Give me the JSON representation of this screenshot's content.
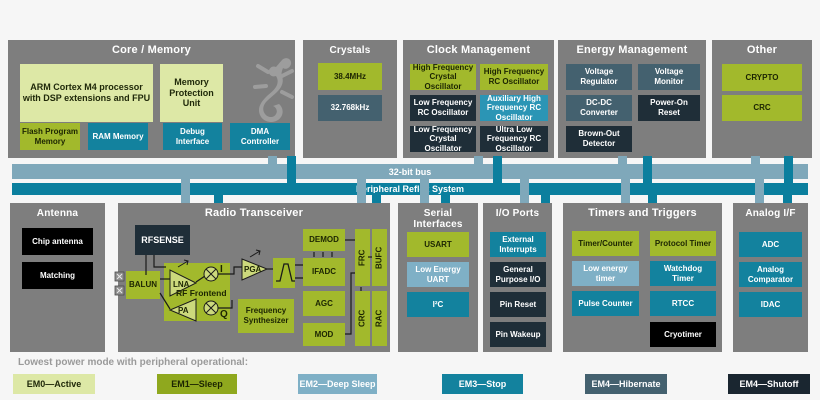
{
  "buses": {
    "main": "32-bit bus",
    "prs": "Peripheral Reflex System"
  },
  "core": {
    "title": "Core / Memory",
    "arm": "ARM Cortex M4 processor with DSP extensions and FPU",
    "mpu": "Memory Protection Unit",
    "flash": "Flash Program Memory",
    "ram": "RAM Memory",
    "debug": "Debug Interface",
    "dma": "DMA Controller"
  },
  "crystals": {
    "title": "Crystals",
    "hf": "38.4MHz",
    "lf": "32.768kHz"
  },
  "clock": {
    "title": "Clock Management",
    "hfxo": "High Frequency Crystal Oscillator",
    "hfrco": "High Frequency RC Oscillator",
    "lfrco": "Low Frequency RC Oscillator",
    "auxhfrco": "Auxiliary High Frequency RC Oscillator",
    "lfxo": "Low Frequency Crystal Oscillator",
    "ulfrco": "Ultra Low Frequency RC Oscillator"
  },
  "energy": {
    "title": "Energy Management",
    "vreg": "Voltage Regulator",
    "vmon": "Voltage Monitor",
    "dcdc": "DC-DC Converter",
    "por": "Power-On Reset",
    "bod": "Brown-Out Detector"
  },
  "other": {
    "title": "Other",
    "crypto": "CRYPTO",
    "crc": "CRC"
  },
  "antenna": {
    "title": "Antenna",
    "chip": "Chip antenna",
    "matching": "Matching"
  },
  "radio": {
    "title": "Radio Transceiver",
    "rfsense": "RFSENSE",
    "balun": "BALUN",
    "rf_frontend": "RF Frontend",
    "lna": "LNA",
    "pa": "PA",
    "pga": "PGA",
    "i": "I",
    "q": "Q",
    "freq_synth": "Frequency Synthesizer",
    "demod": "DEMOD",
    "ifadc": "IFADC",
    "agc": "AGC",
    "mod": "MOD",
    "frc": "FRC",
    "bufc": "BUFC",
    "crc": "CRC",
    "rac": "RAC"
  },
  "serial": {
    "title": "Serial Interfaces",
    "usart": "USART",
    "leuart": "Low Energy UART",
    "i2c": "I²C"
  },
  "io": {
    "title": "I/O Ports",
    "exti": "External Interrupts",
    "gpio": "General Purpose I/O",
    "pinreset": "Pin Reset",
    "pinwakeup": "Pin Wakeup"
  },
  "timers": {
    "title": "Timers and Triggers",
    "timer": "Timer/Counter",
    "protimer": "Protocol Timer",
    "letimer": "Low energy timer",
    "wdog": "Watchdog Timer",
    "pcnt": "Pulse Counter",
    "rtcc": "RTCC",
    "cryotimer": "Cryotimer"
  },
  "analog": {
    "title": "Analog I/F",
    "adc": "ADC",
    "acmp": "Analog Comparator",
    "idac": "IDAC"
  },
  "legend": {
    "caption": "Lowest power mode with peripheral operational:",
    "em0": "EM0—Active",
    "em1": "EM1—Sleep",
    "em2": "EM2—Deep Sleep",
    "em3": "EM3—Stop",
    "em4h": "EM4—Hibernate",
    "em4s": "EM4—Shutoff"
  },
  "colors": {
    "em0_active": "#dde8a6",
    "em1_sleep": "#8fa81e",
    "em2_deep_sleep": "#7fb0c6",
    "em3_stop": "#13829e",
    "em4_hibernate": "#44616f",
    "em4_shutoff": "#1a2630",
    "block_gray": "#7e7e7e",
    "bus_light": "#7fa8ba",
    "bus_dark": "#0b7f9e",
    "aux_blue": "#2b95b5",
    "olive": "#a2b92c",
    "black": "#000000"
  }
}
